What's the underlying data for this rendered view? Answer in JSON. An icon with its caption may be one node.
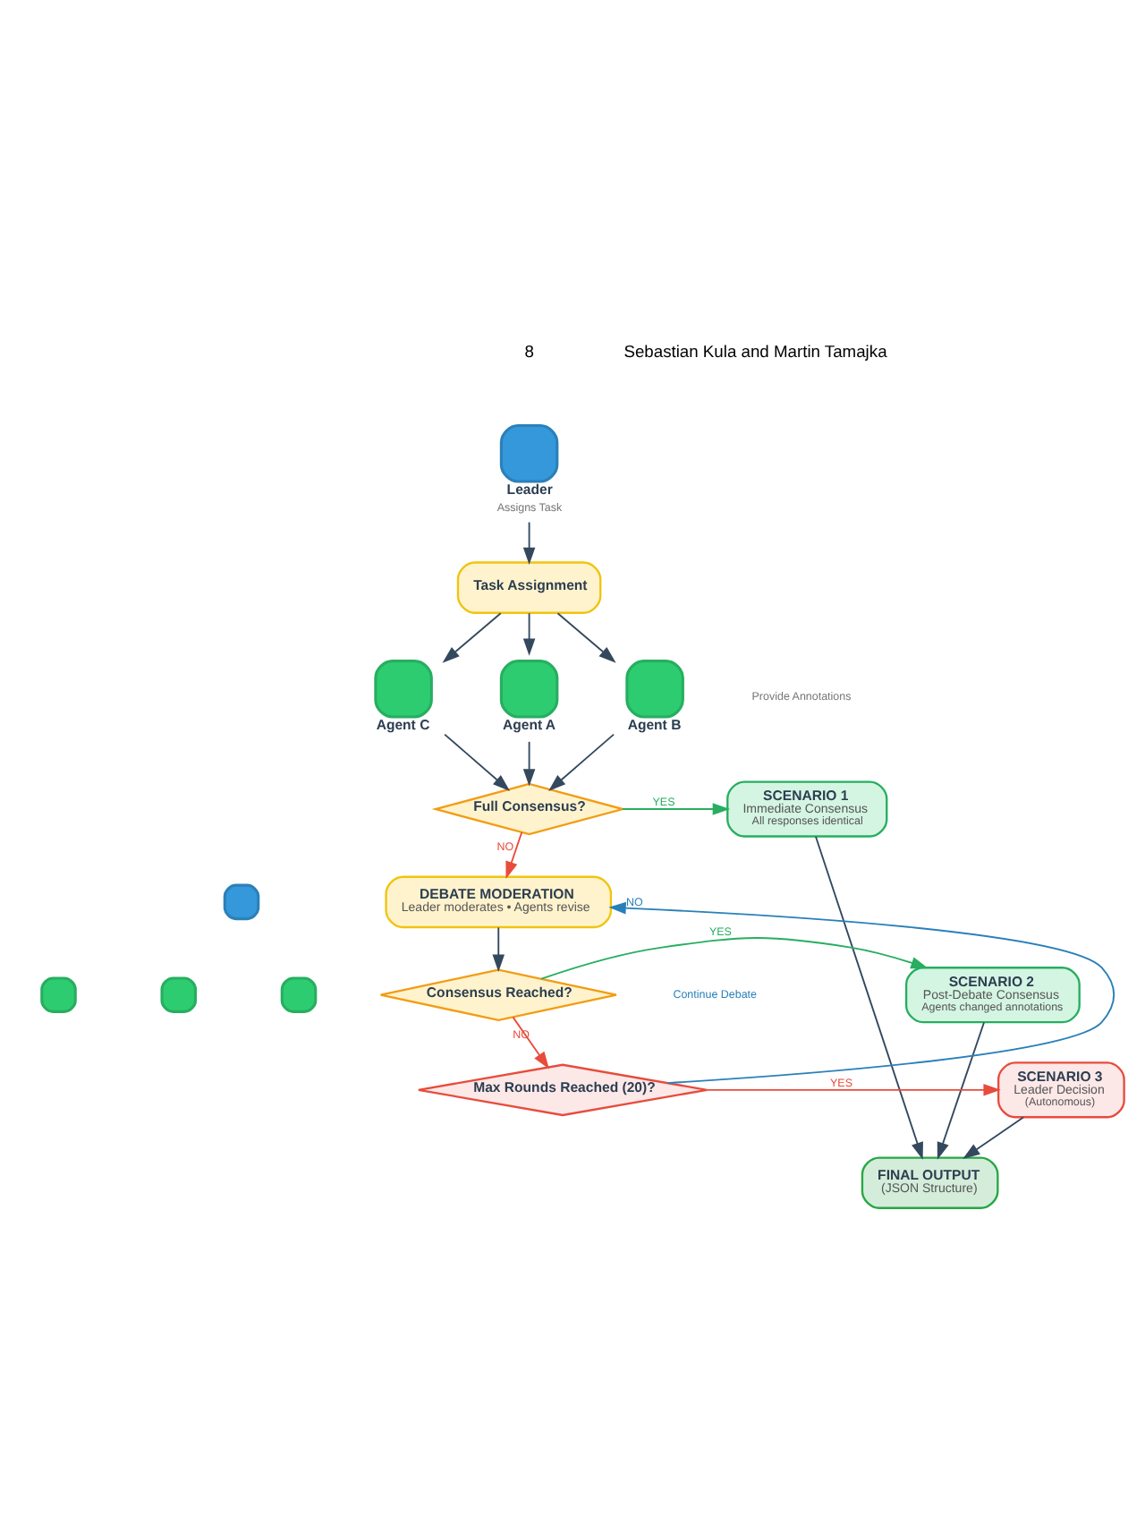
{
  "diagram": {
    "nodes": [
      {
        "text": [],
        "shape": "robot",
        "beside": [
          "Leader",
          "Assigns Task"
        ]
      },
      {
        "text": [
          "Task Assignment"
        ]
      },
      {
        "text": [],
        "shape": "robot",
        "beside": [
          "Agent C"
        ]
      },
      {
        "text": [],
        "shape": "robot",
        "beside": [
          "Agent A"
        ]
      },
      {
        "text": [],
        "shape": "robot",
        "beside": [
          "Agent B"
        ]
      },
      {
        "text": [
          "Full Consensus?"
        ]
      },
      {
        "text": [
          "SCENARIO 1",
          "Immediate Consensus",
          "All responses identical"
        ]
      },
      {
        "text": [
          "DEBATE MODERATION",
          "Leader moderates • Agents revise"
        ]
      },
      {
        "text": [
          "Consensus Reached?"
        ]
      },
      {
        "text": [
          "SCENARIO 2",
          "Post-Debate Consensus",
          "Agents changed annotations"
        ]
      },
      {
        "text": [
          "Max Rounds Reached (20)?"
        ]
      },
      {
        "text": [
          "SCENARIO 3",
          "Leader Decision",
          "(Autonomous)"
        ]
      },
      {
        "text": [
          "FINAL OUTPUT",
          "(JSON Structure)"
        ]
      },
      {
        "text": [],
        "shape": "robot"
      },
      {
        "text": [],
        "shape": "robot"
      },
      {
        "text": [],
        "shape": "robot"
      },
      {
        "text": [],
        "shape": "robot"
      }
    ],
    "edges": [
      {
        "from": 0,
        "to": 1,
        "arrow": "to"
      },
      {
        "from": 1,
        "to": 2,
        "arrow": "to"
      },
      {
        "from": 1,
        "to": 3,
        "arrow": "to"
      },
      {
        "from": 1,
        "to": 4,
        "arrow": "to"
      },
      {
        "from": 2,
        "to": 5,
        "arrow": "to"
      },
      {
        "from": 3,
        "to": 5,
        "arrow": "to"
      },
      {
        "from": 4,
        "to": 5,
        "arrow": "to"
      },
      {
        "from": 5,
        "to": 6,
        "arrow": "to",
        "label": "YES",
        "color": "#27ae60"
      },
      {
        "from": 5,
        "to": 7,
        "arrow": "to",
        "label": "NO",
        "color": "#e74c3c"
      },
      {
        "from": 7,
        "to": 8,
        "arrow": "to"
      },
      {
        "from": 8,
        "to": 9,
        "arrow": "to",
        "label": "YES",
        "color": "#27ae60"
      },
      {
        "from": 8,
        "to": 10,
        "arrow": "to",
        "label": "NO",
        "color": "#e74c3c"
      },
      {
        "from": 10,
        "to": 11,
        "arrow": "to",
        "label": "YES",
        "color": "#e74c3c"
      },
      {
        "from": 10,
        "to": 7,
        "arrow": "to",
        "label": "NO",
        "color": "#2980b9"
      },
      {
        "from": 6,
        "to": 12,
        "arrow": "to"
      },
      {
        "from": 9,
        "to": 12,
        "arrow": "to"
      },
      {
        "from": 11,
        "to": 12,
        "arrow": "to"
      }
    ],
    "labels": [
      "8",
      "Sebastian Kula and Martin Tamajka",
      "Provide Annotations",
      "Continue Debate"
    ]
  }
}
